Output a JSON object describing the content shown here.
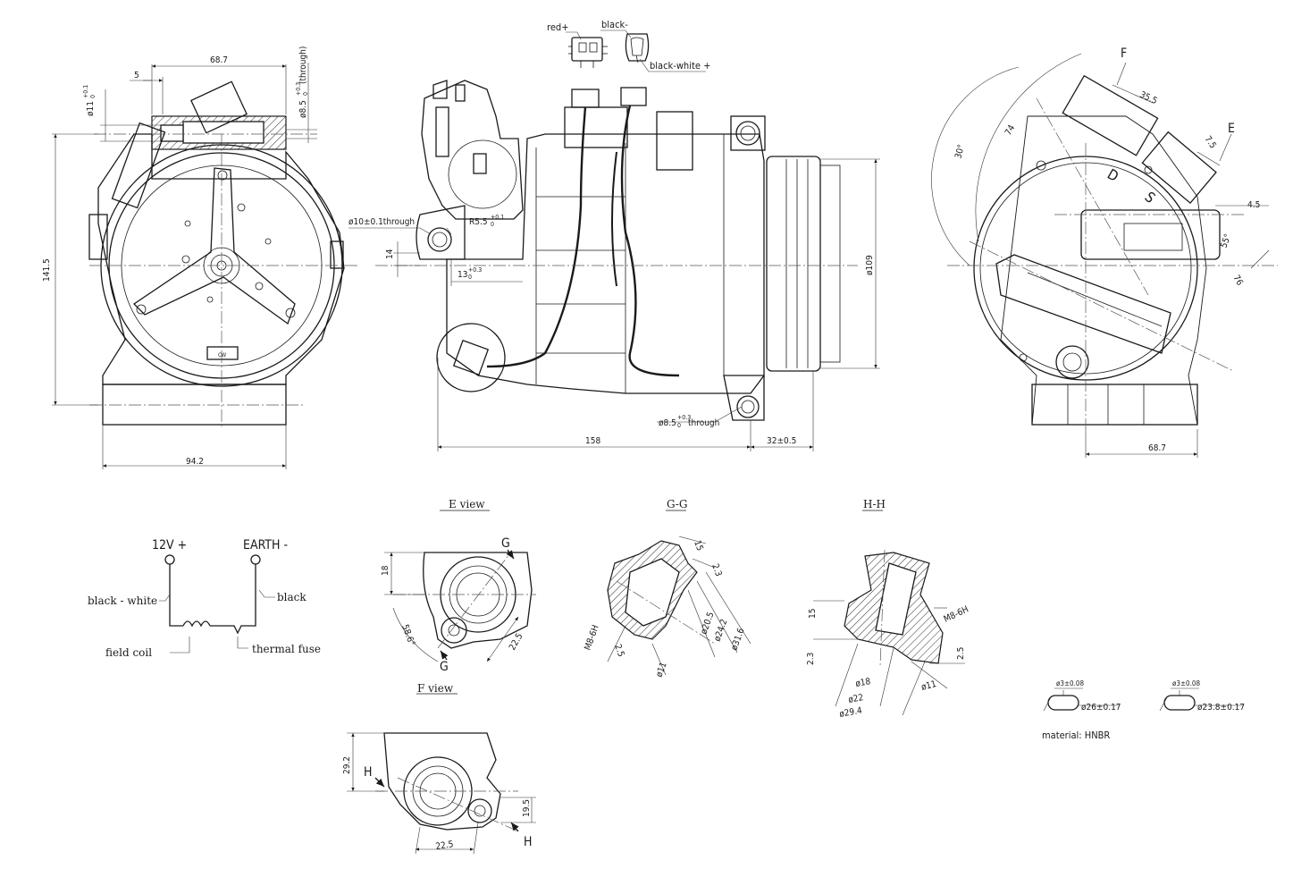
{
  "wire_labels": {
    "red": "red+",
    "black": "black-",
    "black_white": "black-white +"
  },
  "front_view": {
    "dims": {
      "width_top": "68.7",
      "offset": "5",
      "hole_dia": "ø11",
      "hole_tol": "+0.1",
      "hole_tol0": "0",
      "through_dia": "ø8.5",
      "through_tol": "+0.3",
      "through_tol0": "0",
      "through_note": "(through)",
      "height": "141.5",
      "width_bottom": "94.2"
    },
    "cw_label": "CW"
  },
  "side_view": {
    "dims": {
      "bore": "ø10±0.1through",
      "radius": "R5.5",
      "radius_tol": "+0.1",
      "radius_tol0": "0",
      "d14": "14",
      "d13": "13",
      "d13_tol": "+0.3",
      "d13_tol0": "0",
      "pulley": "ø109",
      "through2": "ø8.5",
      "through2_tol": "+0.3",
      "through2_tol0": "0",
      "through2_note": "through",
      "length": "158",
      "hub": "32±0.5"
    }
  },
  "rear_view": {
    "labels": {
      "f": "F",
      "e": "E",
      "d": "D",
      "s": "S"
    },
    "dims": {
      "d355": "35.5",
      "d74": "74",
      "a30": "30°",
      "d75": "7.5",
      "d45": "4.5",
      "a55": "55°",
      "d76": "76",
      "width": "68.7"
    }
  },
  "wiring": {
    "plus_label": "12V +",
    "earth_label": "EARTH -",
    "black_white": "black - white",
    "black": "black",
    "field_coil": "field coil",
    "thermal_fuse": "thermal fuse"
  },
  "e_view": {
    "title": "E view",
    "g": "G",
    "d18": "18",
    "a586": "58.6°",
    "d225": "22.5"
  },
  "gg_section": {
    "title": "G-G",
    "d15": "15",
    "d23": "2.3",
    "thread": "M8-6H",
    "d205": "ø20.5",
    "d242": "ø24.2",
    "d316": "ø31.6",
    "d25": "2.5",
    "d11": "ø11"
  },
  "hh_section": {
    "title": "H-H",
    "d15": "15",
    "thread": "M8-6H",
    "d23": "2.3",
    "d25": "2.5",
    "d18": "ø18",
    "d11": "ø11",
    "d22": "ø22",
    "d294": "ø29.4"
  },
  "f_view": {
    "title": "F view",
    "h": "H",
    "d292": "29.2",
    "d195": "19.5",
    "d225": "22.5"
  },
  "orings": [
    {
      "cs": "ø3±0.08",
      "id": "ø26±0.17"
    },
    {
      "cs": "ø3±0.08",
      "id": "ø23.8±0.17"
    }
  ],
  "material": "material:  HNBR"
}
